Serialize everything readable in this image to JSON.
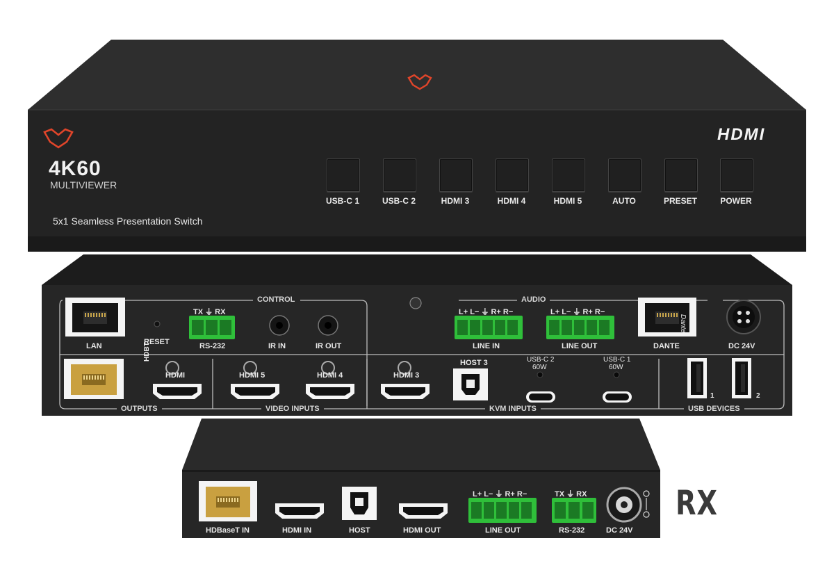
{
  "front_panel": {
    "model_big": "4K60",
    "model_sub": "MULTIVIEWER",
    "description": "5x1 Seamless Presentation Switch",
    "hdmi_logo": "HDMI",
    "buttons": [
      {
        "label": "USB-C 1"
      },
      {
        "label": "USB-C 2"
      },
      {
        "label": "HDMI 3"
      },
      {
        "label": "HDMI 4"
      },
      {
        "label": "HDMI 5"
      },
      {
        "label": "AUTO"
      },
      {
        "label": "PRESET"
      },
      {
        "label": "POWER"
      }
    ]
  },
  "rear_panel": {
    "groups": {
      "control": "CONTROL",
      "audio": "AUDIO",
      "outputs": "OUTPUTS",
      "video_inputs": "VIDEO INPUTS",
      "kvm_inputs": "KVM INPUTS",
      "usb_devices": "USB DEVICES"
    },
    "labels": {
      "lan": "LAN",
      "reset": "RESET",
      "rs232": "RS-232",
      "rs232_pins": "TX ⏚ RX",
      "ir_in": "IR IN",
      "ir_out": "IR OUT",
      "line_in": "LINE IN",
      "line_out": "LINE OUT",
      "audio_pins": "L+ L− ⏚ R+ R−",
      "dante": "DANTE",
      "dante_brand": "Dante",
      "dc24v": "DC 24V",
      "hdbt": "HDBT",
      "hdmi_out": "HDMI",
      "hdmi5": "HDMI 5",
      "hdmi4": "HDMI 4",
      "hdmi3": "HDMI 3",
      "host3": "HOST 3",
      "usbc2": "USB-C 2",
      "usbc2_w": "60W",
      "usbc1": "USB-C 1",
      "usbc1_w": "60W",
      "usb1": "1",
      "usb2": "2"
    }
  },
  "rx_unit": {
    "big_label": "RX",
    "labels": {
      "hdbaset_in": "HDBaseT IN",
      "hdmi_in": "HDMI IN",
      "host": "HOST",
      "hdmi_out": "HDMI OUT",
      "line_out": "LINE OUT",
      "rs232": "RS-232",
      "dc24v": "DC 24V",
      "audio_pins": "L+ L− ⏚ R+ R−",
      "rs232_pins": "TX ⏚ RX"
    }
  },
  "colors": {
    "brand_accent": "#e0452a",
    "terminal_green": "#2fbf3a",
    "chassis": "#2a2a2a"
  }
}
